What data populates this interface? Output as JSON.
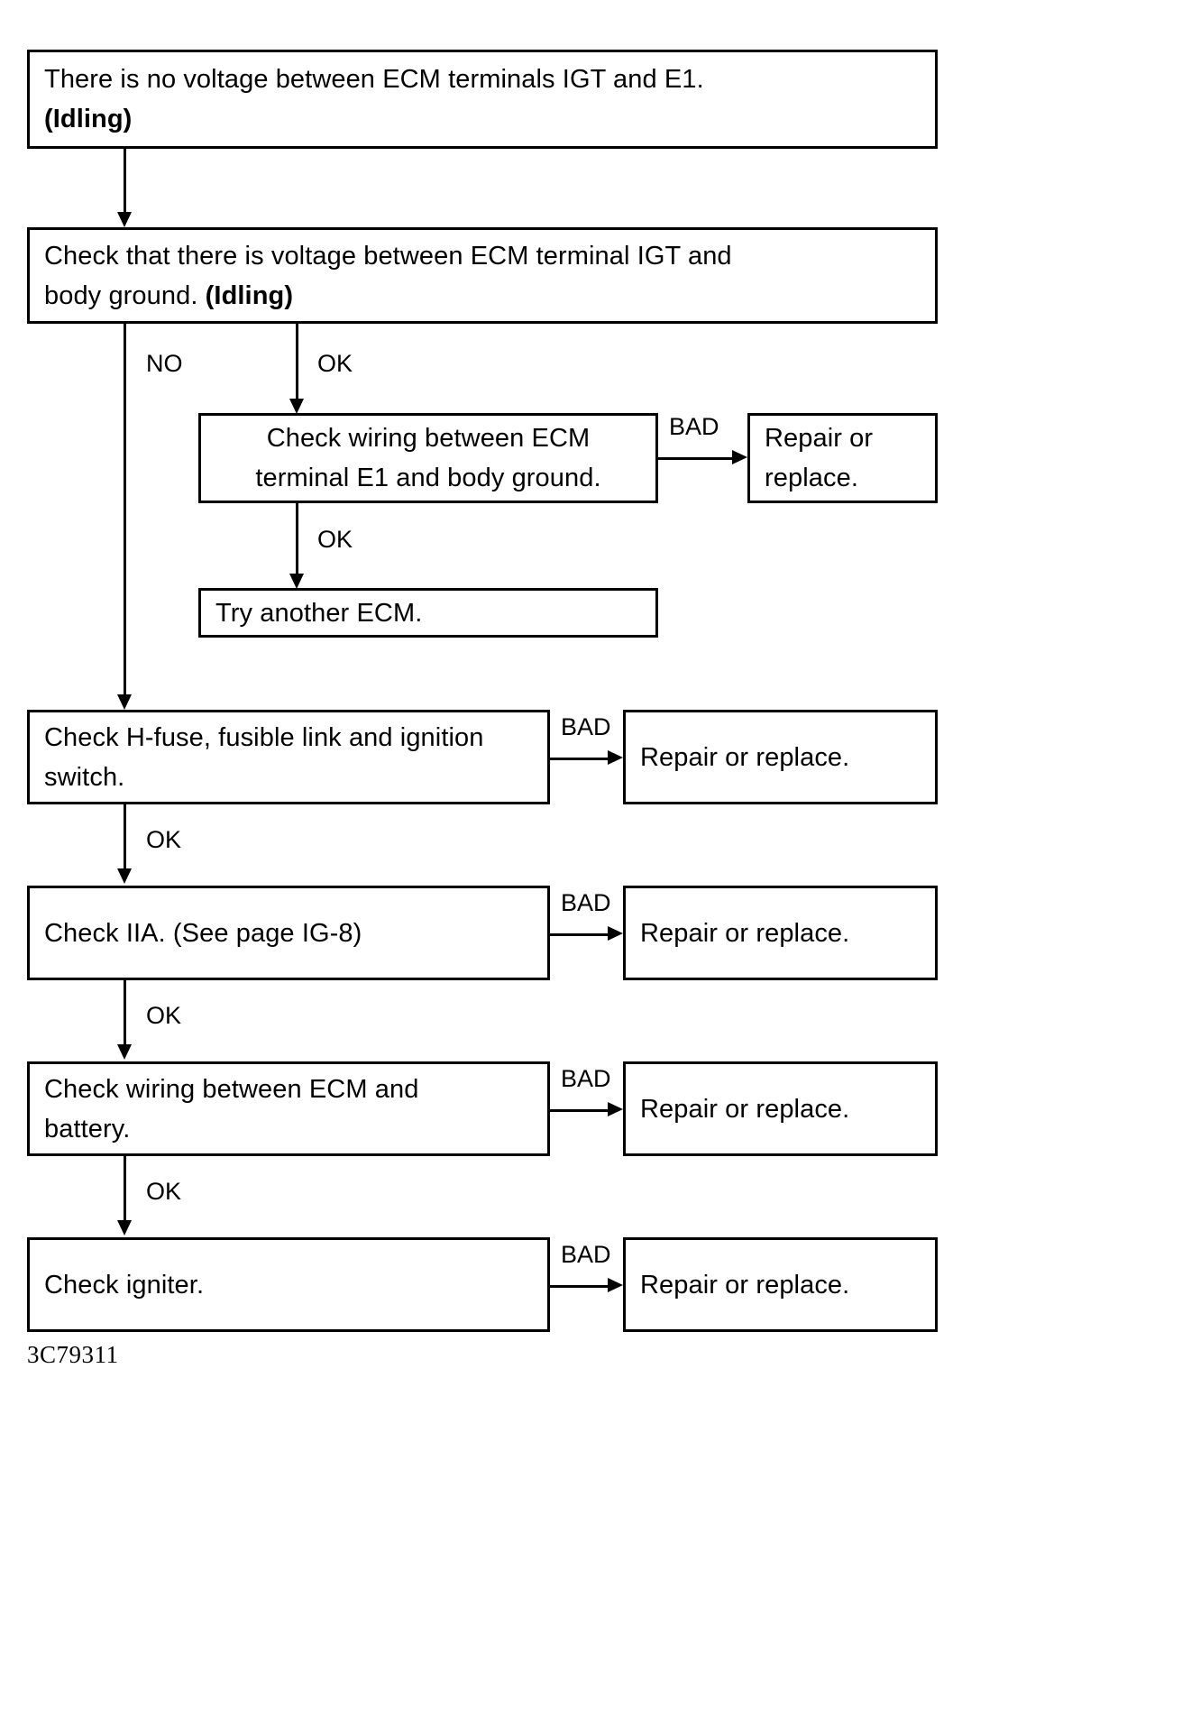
{
  "figure": {
    "code": "3C79311",
    "type": "troubleshooting-flowchart",
    "subject": "ECM terminals IGT and E1 voltage diagnosis"
  },
  "nodes": {
    "start": {
      "id": "start",
      "line1": "There is no voltage between ECM terminals IGT and E1.",
      "line2": "(Idling)",
      "line2_bold": true
    },
    "check_igt": {
      "id": "check-igt-body-ground",
      "line1": "Check that there is voltage between ECM terminal IGT and",
      "line2_plain": "body ground. ",
      "line2_bold": "(Idling)"
    },
    "check_e1": {
      "id": "check-wiring-e1",
      "line1": "Check wiring between ECM",
      "line2": "terminal E1 and body ground."
    },
    "repair_e1": {
      "id": "repair-or-replace-e1",
      "line1": "Repair or",
      "line2": "replace."
    },
    "try_ecm": {
      "id": "try-another-ecm",
      "line1": "Try another ECM."
    },
    "check_hfuse": {
      "id": "check-h-fuse",
      "line1": "Check H-fuse, fusible link and ignition",
      "line2": "switch."
    },
    "repair_hfuse": {
      "id": "repair-or-replace-hfuse",
      "line1": "Repair or replace."
    },
    "check_iia": {
      "id": "check-iia",
      "line1": "Check IIA. (See page IG-8)"
    },
    "repair_iia": {
      "id": "repair-or-replace-iia",
      "line1": "Repair or replace."
    },
    "check_wiring_batt": {
      "id": "check-wiring-ecm-battery",
      "line1": "Check wiring between ECM and",
      "line2": "battery."
    },
    "repair_batt": {
      "id": "repair-or-replace-battery",
      "line1": "Repair or replace."
    },
    "check_igniter": {
      "id": "check-igniter",
      "line1": "Check igniter."
    },
    "repair_igniter": {
      "id": "repair-or-replace-igniter",
      "line1": "Repair or replace."
    }
  },
  "edges": {
    "no": "NO",
    "ok1": "OK",
    "ok2": "OK",
    "ok3": "OK",
    "ok4": "OK",
    "ok5": "OK",
    "bad1": "BAD",
    "bad2": "BAD",
    "bad3": "BAD",
    "bad4": "BAD",
    "bad5": "BAD"
  },
  "colors": {
    "stroke": "#000000",
    "background": "#ffffff",
    "text": "#000000"
  }
}
